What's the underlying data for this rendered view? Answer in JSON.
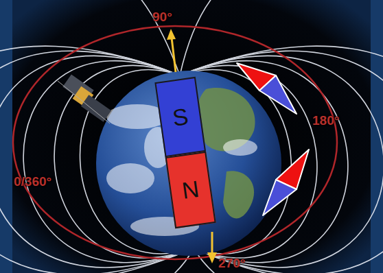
{
  "diagram": {
    "nodes": [
      {
        "text": [
          "S"
        ]
      },
      {
        "text": [
          "N"
        ]
      }
    ],
    "labels": [
      "90°",
      "180°",
      "0/360°",
      "270°"
    ]
  }
}
